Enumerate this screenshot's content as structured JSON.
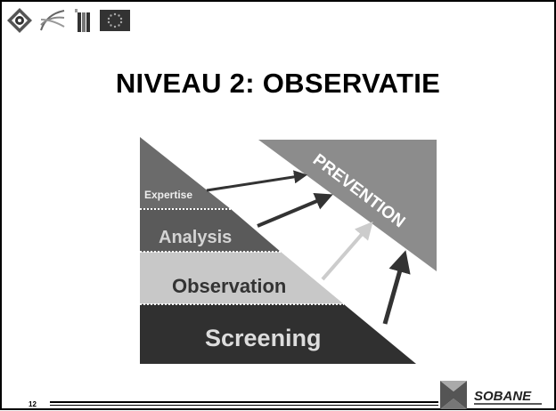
{
  "slide": {
    "title": "NIVEAU 2: OBSERVATIE",
    "page_number": "12",
    "brand": "SOBANE"
  },
  "header_logos": [
    "gear-heart-logo-icon",
    "wave-logo-icon",
    "flag-logo-icon",
    "eu-stars-logo-icon"
  ],
  "pyramid": {
    "levels": [
      {
        "label": "Expertise",
        "fill": "#6b6b6b"
      },
      {
        "label": "Analysis",
        "fill": "#5a5a5a"
      },
      {
        "label": "Observation",
        "fill": "#c8c8c8"
      },
      {
        "label": "Screening",
        "fill": "#303030"
      }
    ],
    "prevention": {
      "label": "PREVENTION",
      "fill": "#8c8c8c"
    }
  },
  "colors": {
    "background": "#ffffff",
    "text_dark": "#333333",
    "text_light": "#eeeeee",
    "arrow_dark": "#333333",
    "arrow_light": "#cccccc"
  }
}
